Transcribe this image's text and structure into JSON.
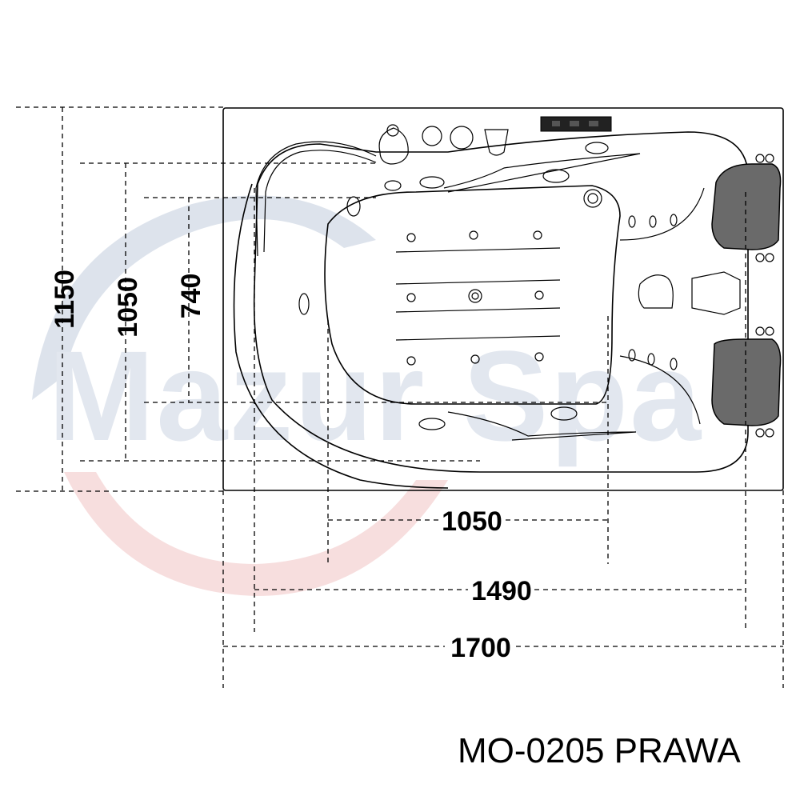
{
  "watermark": {
    "text": "Mazur Spa",
    "colors": {
      "blue": "#d9e0ea",
      "red": "#f6d8d8"
    }
  },
  "dimensions": {
    "depth_total": "1150",
    "depth_inner": "1050",
    "depth_seat": "740",
    "width_inner": "1050",
    "width_mid": "1490",
    "width_total": "1700"
  },
  "model": {
    "label": "MO-0205 PRAWA"
  },
  "colors": {
    "line": "#000000",
    "headrest": "#666666"
  }
}
